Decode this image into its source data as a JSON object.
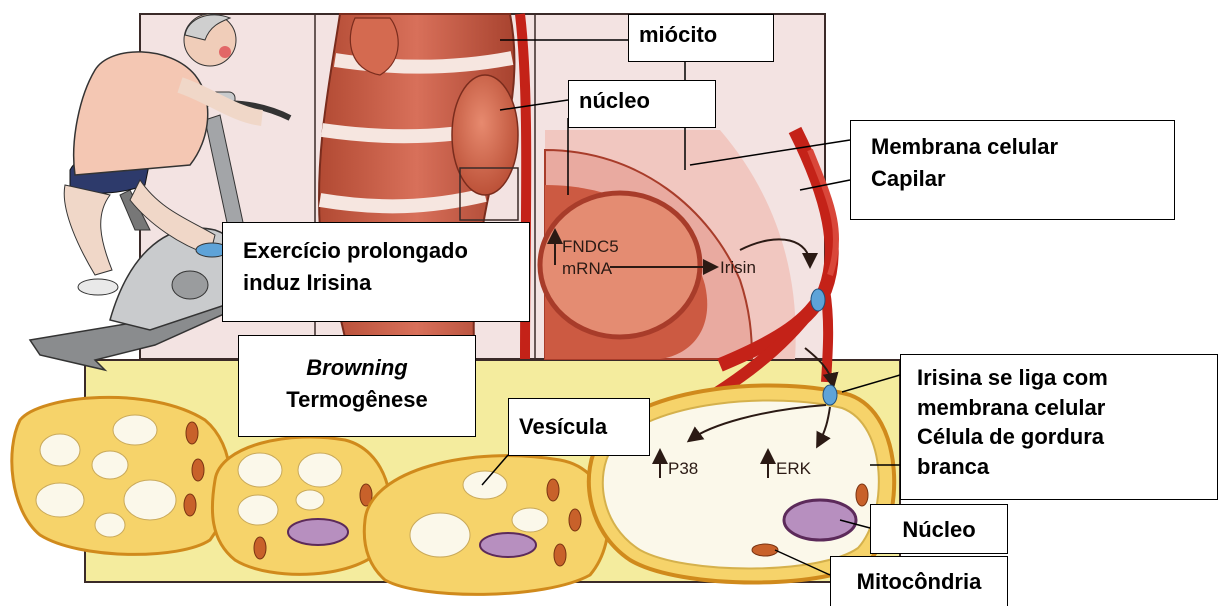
{
  "labels": {
    "miocito": "miócito",
    "nucleo_top": "núcleo",
    "membrana": [
      "Membrana celular",
      "Capilar"
    ],
    "exercicio": [
      "Exercício prolongado",
      "induz Irisina"
    ],
    "browning": [
      "Browning",
      "Termogênese"
    ],
    "irisina_liga": [
      "Irisina se liga com",
      "membrana celular",
      "Célula de gordura",
      "branca"
    ],
    "vesicula": "Vesícula",
    "nucleo_bottom": "Núcleo",
    "mitocondria": "Mitocôndria"
  },
  "diagram_text": {
    "fndc5": "FNDC5",
    "mrna": "mRNA",
    "irisin": "Irisin",
    "p38": "P38",
    "erk": "ERK"
  },
  "colors": {
    "top_panel": "#f3e3e2",
    "fat_panel": "#f4ec9e",
    "muscle": "#c8563d",
    "capillary": "#c42218",
    "fat_cell": "#f6d36a",
    "droplet": "#fbf8ea",
    "nucleus": "#b78fbf"
  }
}
